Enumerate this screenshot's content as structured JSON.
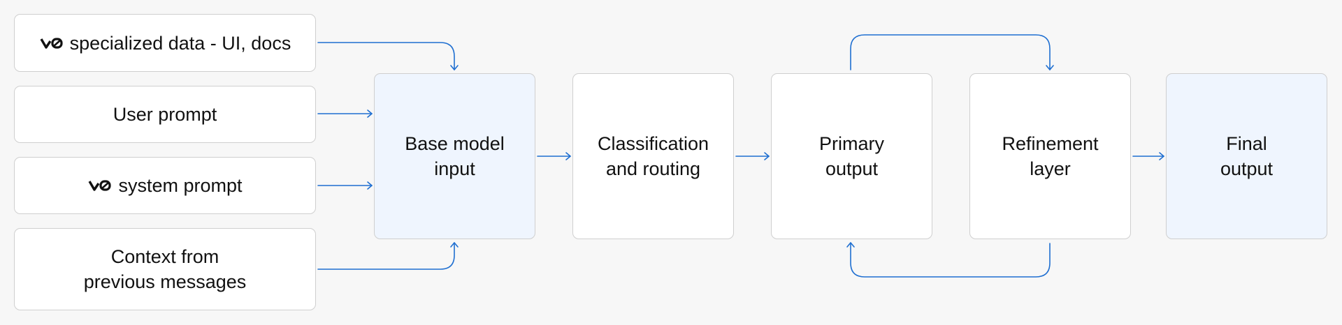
{
  "colors": {
    "background": "#f7f7f7",
    "node_fill": "#ffffff",
    "node_fill_accent": "#eff5fe",
    "node_border": "#cfcfcf",
    "connector": "#1f6fd1",
    "text": "#111111"
  },
  "inputs": {
    "specialized_data": "specialized data - UI, docs",
    "user_prompt": "User prompt",
    "system_prompt": "system prompt",
    "context": {
      "line1": "Context from",
      "line2": "previous messages"
    },
    "logo_icon": "v0-logo-icon"
  },
  "nodes": {
    "base_model": {
      "line1": "Base model",
      "line2": "input"
    },
    "classification": {
      "line1": "Classification",
      "line2": "and routing"
    },
    "primary_output": {
      "line1": "Primary",
      "line2": "output"
    },
    "refinement": {
      "line1": "Refinement",
      "line2": "layer"
    },
    "final_output": {
      "line1": "Final",
      "line2": "output"
    }
  }
}
